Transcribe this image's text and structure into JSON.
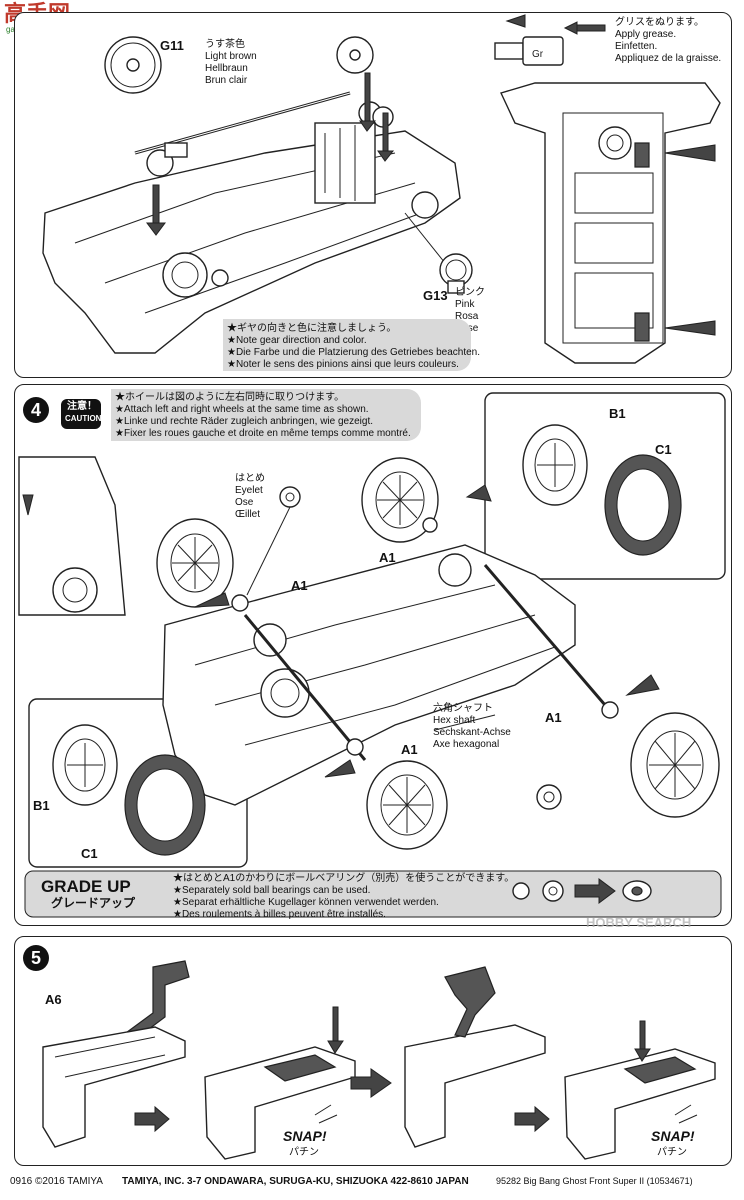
{
  "watermark": {
    "top_text": "高手网",
    "sub_text": "gaoshou.net",
    "bottom_text": "HOBBY SEARCH"
  },
  "step3": {
    "g11": {
      "code": "G11",
      "jp": "うす茶色",
      "en": "Light brown",
      "de": "Hellbraun",
      "fr": "Brun clair"
    },
    "grease": {
      "jp": "グリスをぬります。",
      "en": "Apply grease.",
      "de": "Einfetten.",
      "fr": "Appliquez de la graisse."
    },
    "g13": {
      "code": "G13",
      "jp": "ピンク",
      "en": "Pink",
      "de": "Rosa",
      "fr": "Rose"
    },
    "note": {
      "jp": "★ギヤの向きと色に注意しましょう。",
      "en": "★Note gear direction and color.",
      "de": "★Die Farbe und die Platzierung des Getriebes beachten.",
      "fr": "★Noter le sens des pinions ainsi que leurs couleurs."
    }
  },
  "step4": {
    "number": "4",
    "caution": {
      "jp": "注意！",
      "en": "CAUTION"
    },
    "instructions": {
      "jp": "★ホイールは図のように左右同時に取りつけます。",
      "en": "★Attach left and right wheels at the same time as shown.",
      "de": "★Linke und rechte Räder zugleich anbringen, wie gezeigt.",
      "fr": "★Fixer les roues gauche et droite en même temps comme montré."
    },
    "eyelet": {
      "jp": "はとめ",
      "en": "Eyelet",
      "de": "Ose",
      "fr": "Œillet"
    },
    "hexshaft": {
      "jp": "六角シャフト",
      "en": "Hex shaft",
      "de": "Sechskant-Achse",
      "fr": "Axe hexagonal"
    },
    "labels": {
      "a1": "A1",
      "b1": "B1",
      "c1": "C1"
    },
    "grade_up": {
      "title": "GRADE UP",
      "jp_title": "グレードアップ",
      "jp": "★はとめとA1のかわりにボールベアリング（別売）を使うことができます。",
      "en": "★Separately sold ball bearings can be used.",
      "de": "★Separat erhältliche Kugellager können verwendet werden.",
      "fr": "★Des roulements à billes peuvent être installés."
    }
  },
  "step5": {
    "number": "5",
    "part": "A6",
    "snap": "SNAP!",
    "snap_jp": "パチン"
  },
  "footer": {
    "code": "0916 ©2016 TAMIYA",
    "address": "TAMIYA, INC. 3-7 ONDAWARA, SURUGA-KU, SHIZUOKA 422-8610 JAPAN",
    "product": "95282 Big Bang Ghost Front Super II (10534671)"
  }
}
